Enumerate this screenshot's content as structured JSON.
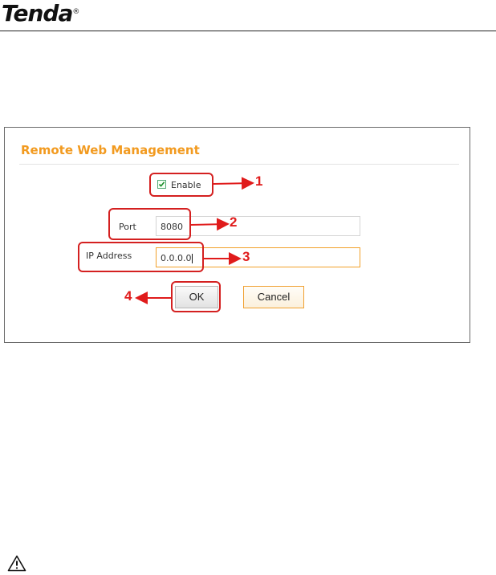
{
  "header": {
    "brand": "Tenda",
    "registered_mark": "®"
  },
  "panel": {
    "title": "Remote Web Management",
    "enable": {
      "label": "Enable",
      "checked": true
    },
    "port": {
      "label": "Port",
      "value": "8080"
    },
    "ip_address": {
      "label": "IP Address",
      "value": "0.0.0.0"
    },
    "ok_label": "OK",
    "cancel_label": "Cancel"
  },
  "callouts": [
    "1",
    "2",
    "3",
    "4"
  ],
  "colors": {
    "title_orange": "#f29a1f",
    "callout_red": "#e01b1b",
    "focus_border": "#f2a12a"
  },
  "icons": [
    "checkmark-icon",
    "warning-triangle-icon",
    "red-arrow-icon"
  ]
}
